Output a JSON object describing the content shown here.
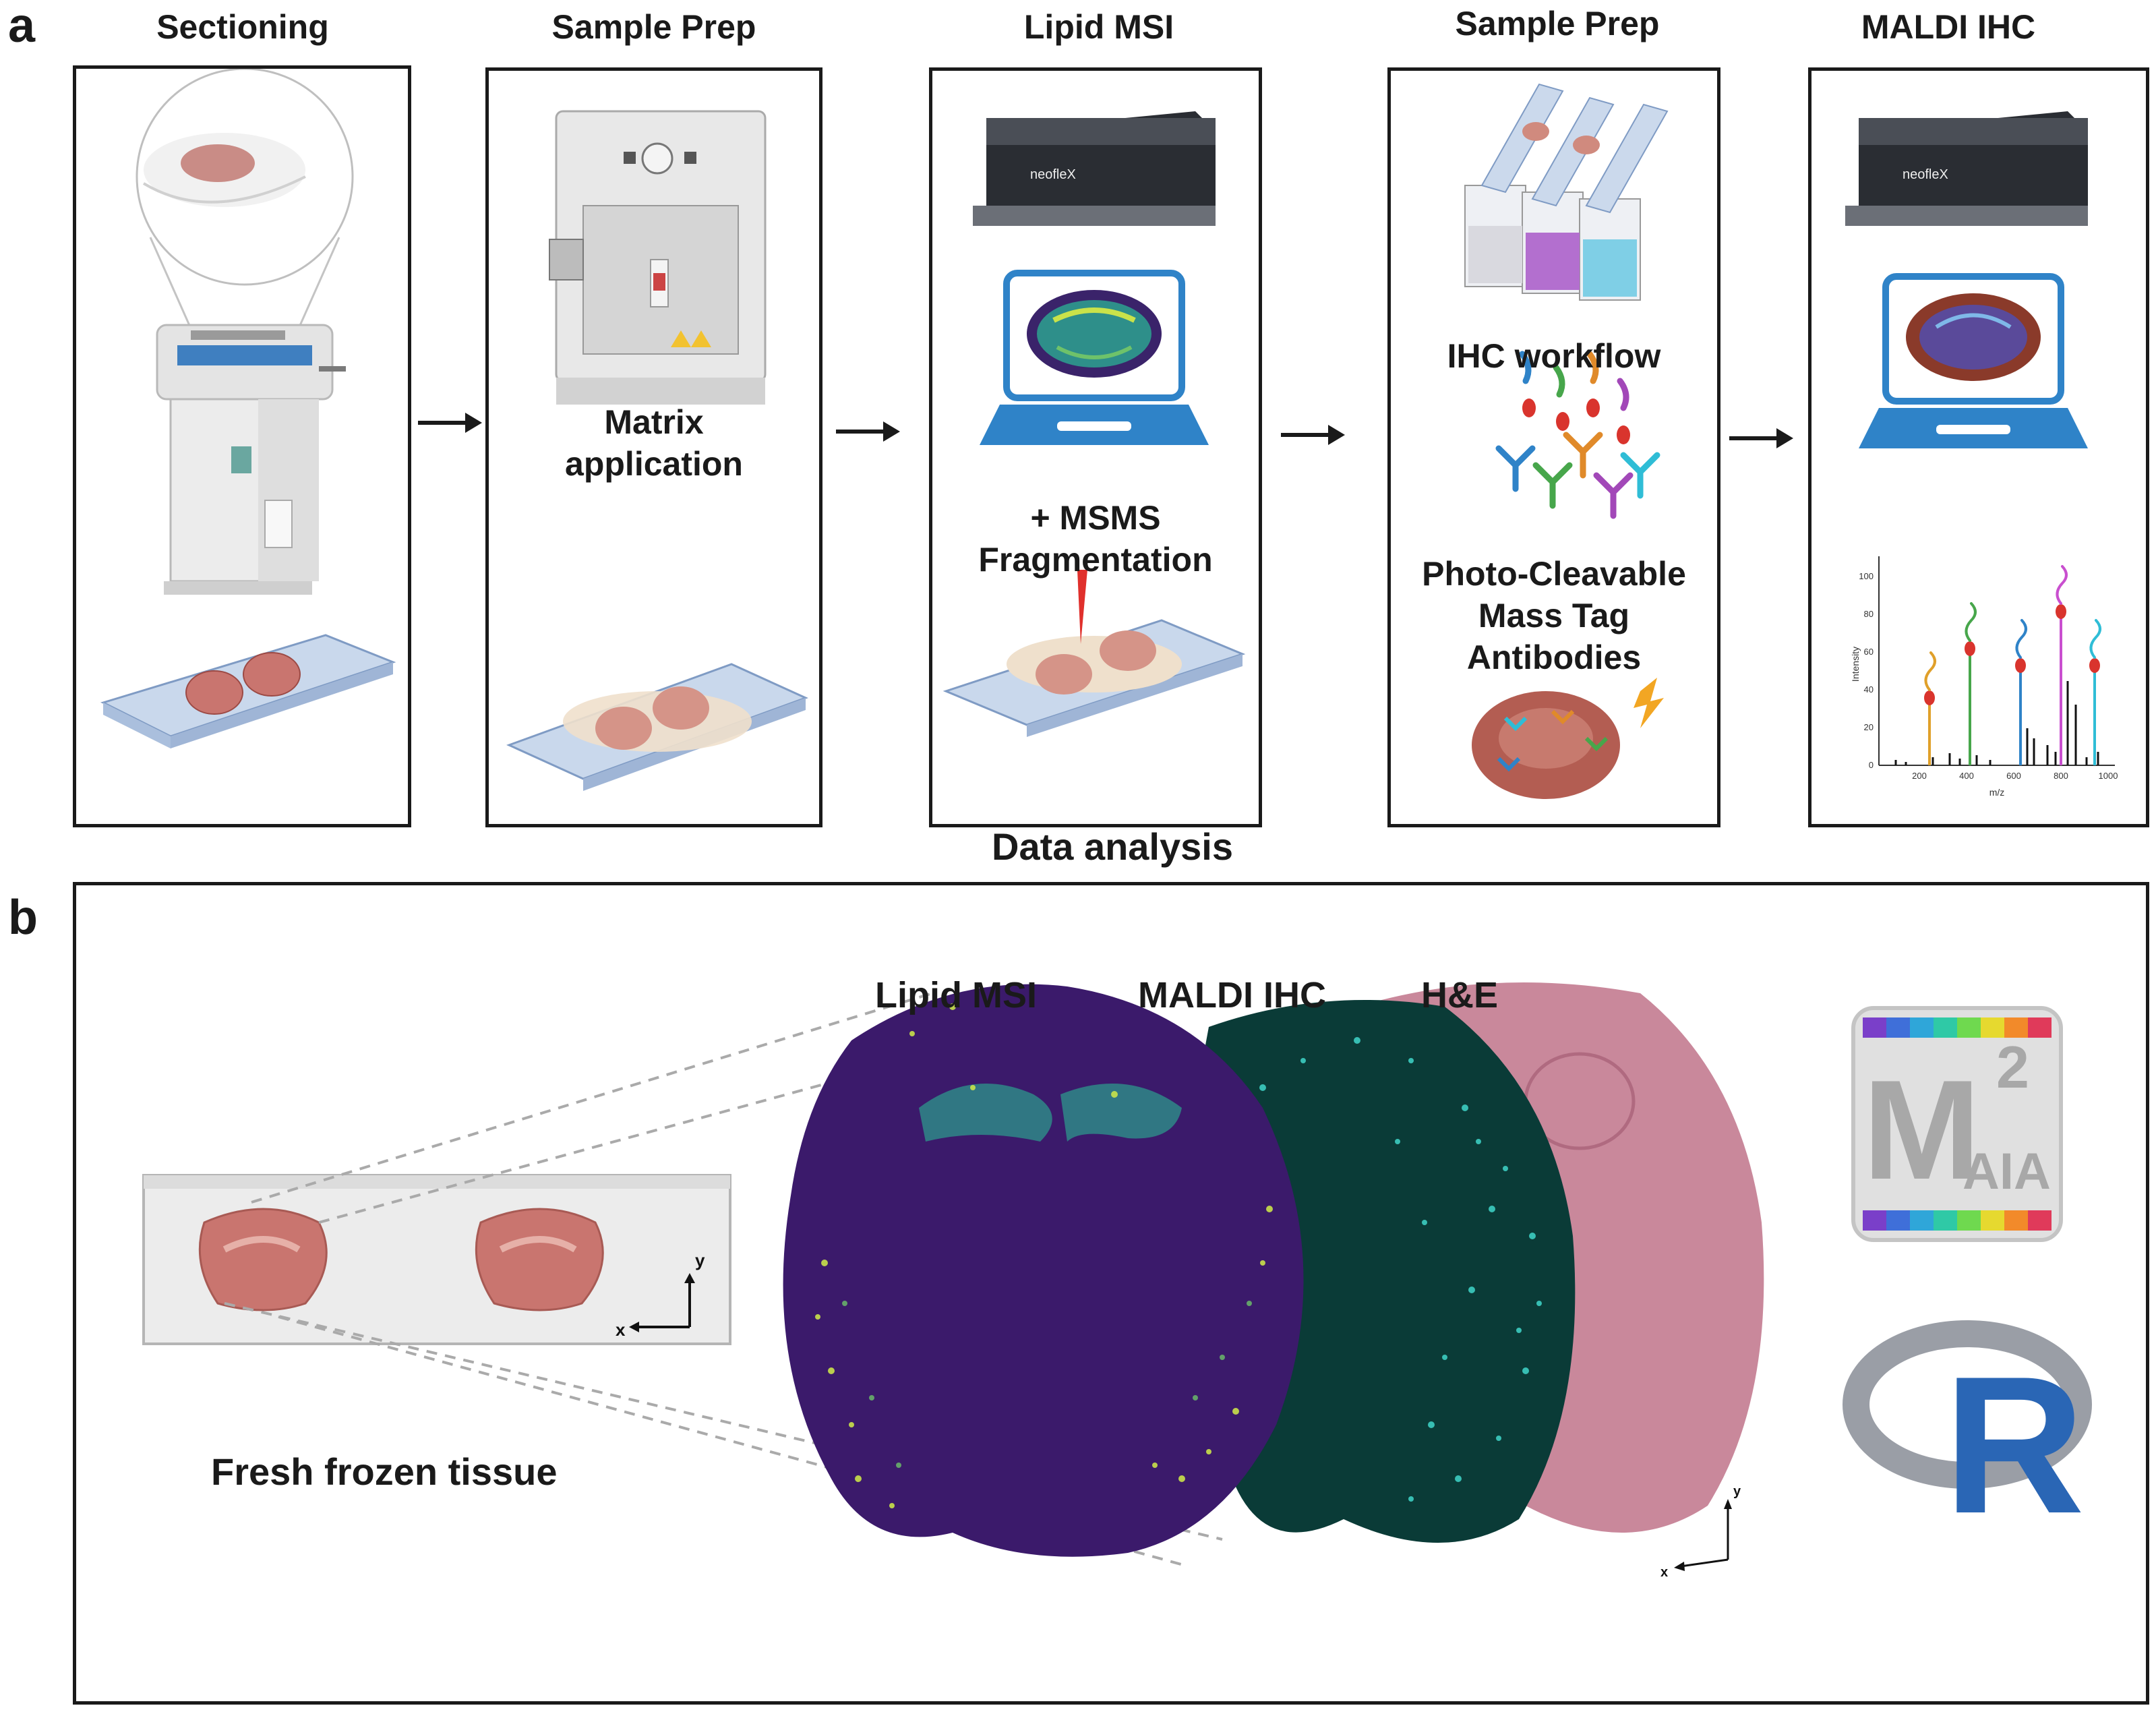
{
  "panel_a": {
    "letter": "a",
    "steps": [
      {
        "title": "Sectioning"
      },
      {
        "title": "Sample Prep",
        "caption_line1": "Matrix",
        "caption_line2": "application"
      },
      {
        "title": "Lipid MSI",
        "instrument_label": "neofleX",
        "caption_line1": "+ MSMS",
        "caption_line2": "Fragmentation"
      },
      {
        "title": "Sample Prep",
        "caption_top": "IHC workflow",
        "caption_line1": "Photo-Cleavable",
        "caption_line2": "Mass Tag",
        "caption_line3": "Antibodies"
      },
      {
        "title": "MALDI IHC",
        "instrument_label": "neofleX"
      }
    ],
    "footer": "Data analysis",
    "spectrum": {
      "ylabel": "Intensity",
      "xlabel": "m/z",
      "yticks": [
        "0",
        "20",
        "40",
        "60",
        "80",
        "100"
      ],
      "xticks": [
        "200",
        "400",
        "600",
        "800",
        "1000"
      ]
    }
  },
  "panel_b": {
    "letter": "b",
    "modalities": [
      "Lipid MSI",
      "MALDI IHC",
      "H&E"
    ],
    "tissue_label": "Fresh frozen tissue",
    "axis_x": "x",
    "axis_y": "y",
    "logo_m2aia": {
      "letter": "M",
      "superscript": "2",
      "suffix": "AIA"
    },
    "logo_r": {
      "letter": "R"
    }
  },
  "colors": {
    "lipid_bg": "#3b1a6b",
    "ihc_bg": "#0a3b37",
    "he_bg": "#c9889b",
    "laptop_blue": "#2f83c8",
    "tissue_pink": "#c9756f"
  }
}
